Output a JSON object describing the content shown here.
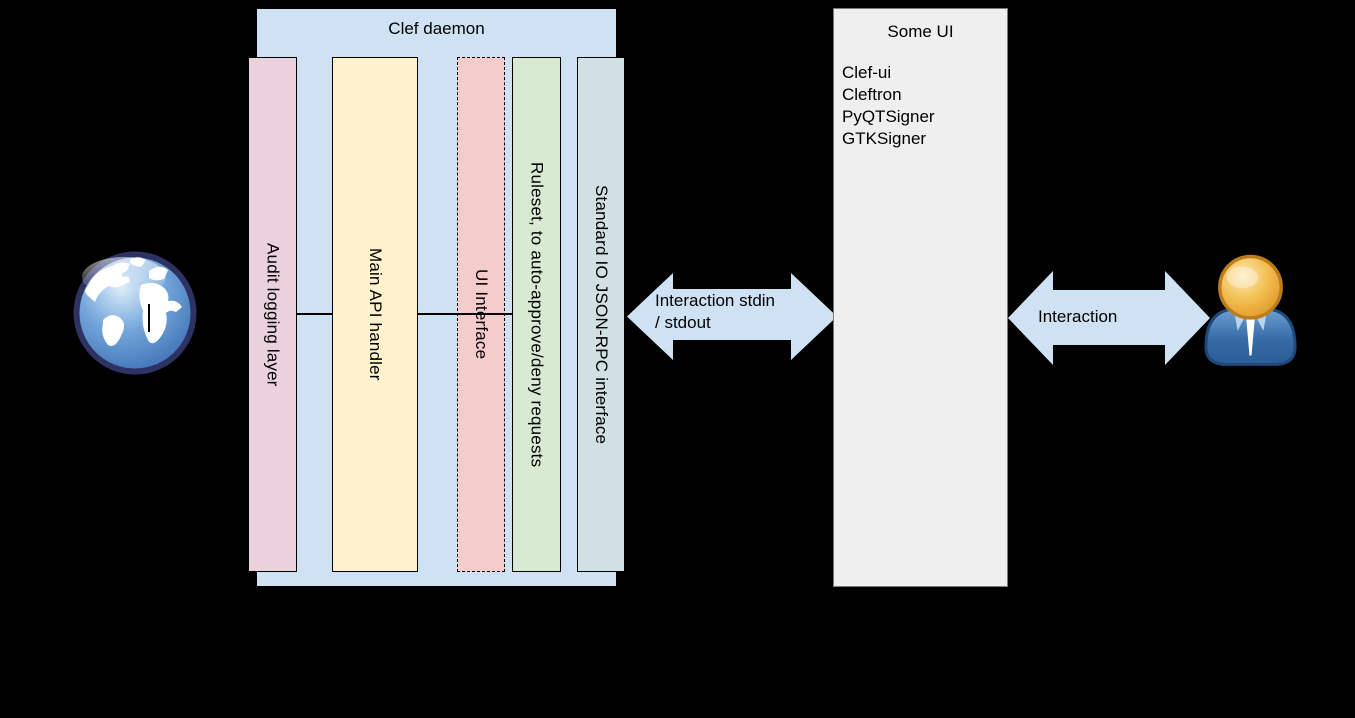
{
  "diagram": {
    "background_color": "#000000",
    "clef_daemon": {
      "title": "Clef daemon",
      "fill": "#cfe2f3",
      "layers": [
        {
          "label": "Audit logging layer",
          "fill": "#ead1dc",
          "border": "solid"
        },
        {
          "label": "Main API handler",
          "fill": "#fff2cc",
          "border": "solid"
        },
        {
          "label": "UI Interface",
          "fill": "#f4cccc",
          "border": "dashed"
        },
        {
          "label": "Ruleset, to auto-approve/deny requests",
          "fill": "#d9ead3",
          "border": "solid"
        },
        {
          "label": "Standard IO JSON-RPC interface",
          "fill": "#d0e0e3",
          "border": "solid"
        }
      ]
    },
    "some_ui": {
      "title": "Some UI",
      "fill": "#efefef",
      "items": [
        "Clef-ui",
        "Cleftron",
        "PyQTSigner",
        "GTKSigner"
      ]
    },
    "arrows": {
      "stdio": {
        "line1": "Interaction stdin",
        "line2": "/ stdout",
        "fill": "#cfe2f3"
      },
      "user": {
        "label": "Interaction",
        "fill": "#cfe2f3"
      }
    },
    "icons": {
      "globe": "internet-globe",
      "user": "end-user-person"
    }
  }
}
